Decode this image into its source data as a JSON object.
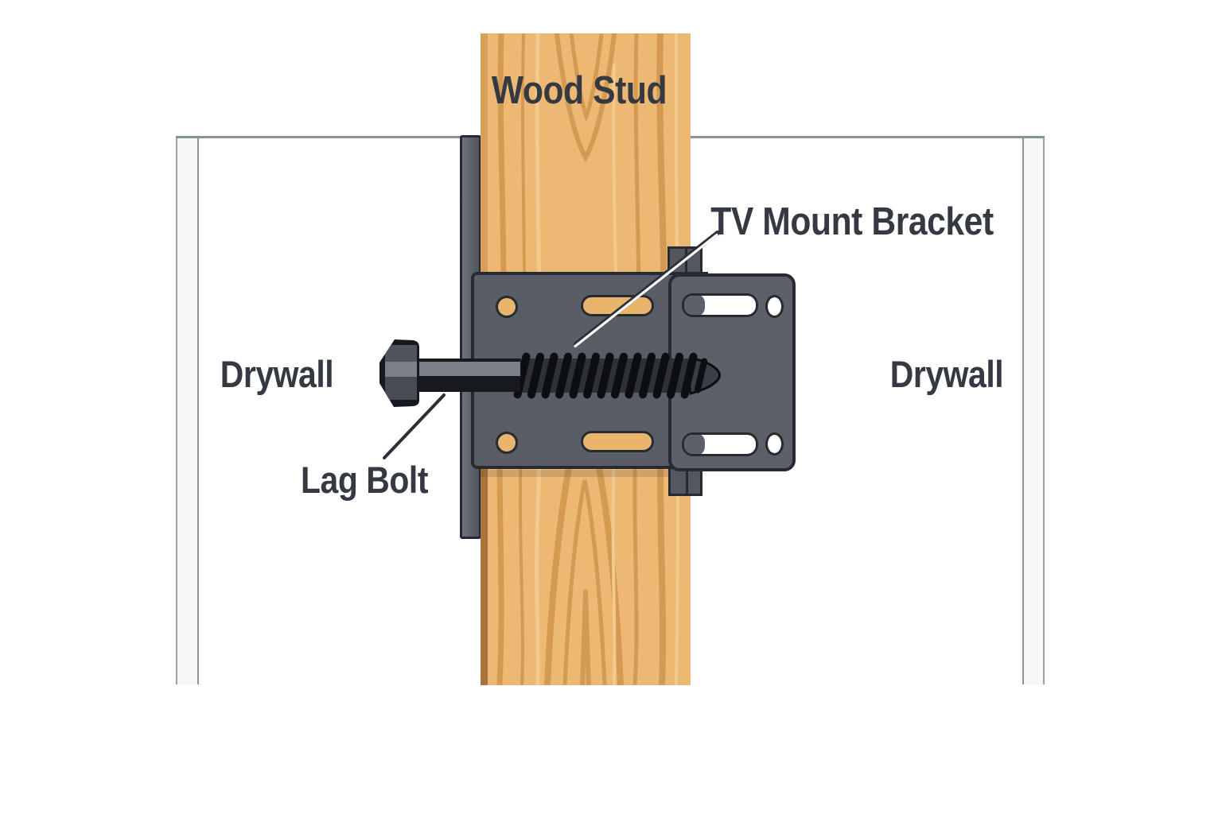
{
  "diagram": {
    "type": "cutaway-illustration",
    "subject": "TV mount bracket fastened through drywall into a wood stud with a lag bolt",
    "parts": [
      "Wood Stud",
      "Drywall",
      "TV Mount Bracket",
      "Lag Bolt"
    ]
  },
  "labels": {
    "wood_stud": "Wood Stud",
    "tv_mount_bracket": "TV Mount Bracket",
    "drywall_left": "Drywall",
    "drywall_right": "Drywall",
    "lag_bolt": "Lag Bolt"
  },
  "colors": {
    "background": "#ffffff",
    "label_text": "#343942",
    "wood_base": "#ecb873",
    "wood_grain_dark": "#d49a52",
    "wood_grain_deep": "#a8743c",
    "wood_grain_light": "#f3c98c",
    "plate_fill": "#585d66",
    "plate_fill_right": "#5b6069",
    "plate_outline": "#272a30",
    "rail_light": "#6e737b",
    "rail_dark": "#50555d",
    "tab_fill": "#53585f",
    "bolt_black": "#17191e",
    "bolt_gray": "#7b8088",
    "bolt_core": "#2e3237",
    "bolt_tip": "#3a3e45",
    "drywall_line": "#8a9097",
    "drywall_fill": "#f6f7f7",
    "leader_dark": "#2b2f36",
    "leader_white": "#ffffff",
    "hole_wood": "#e9b56d"
  }
}
